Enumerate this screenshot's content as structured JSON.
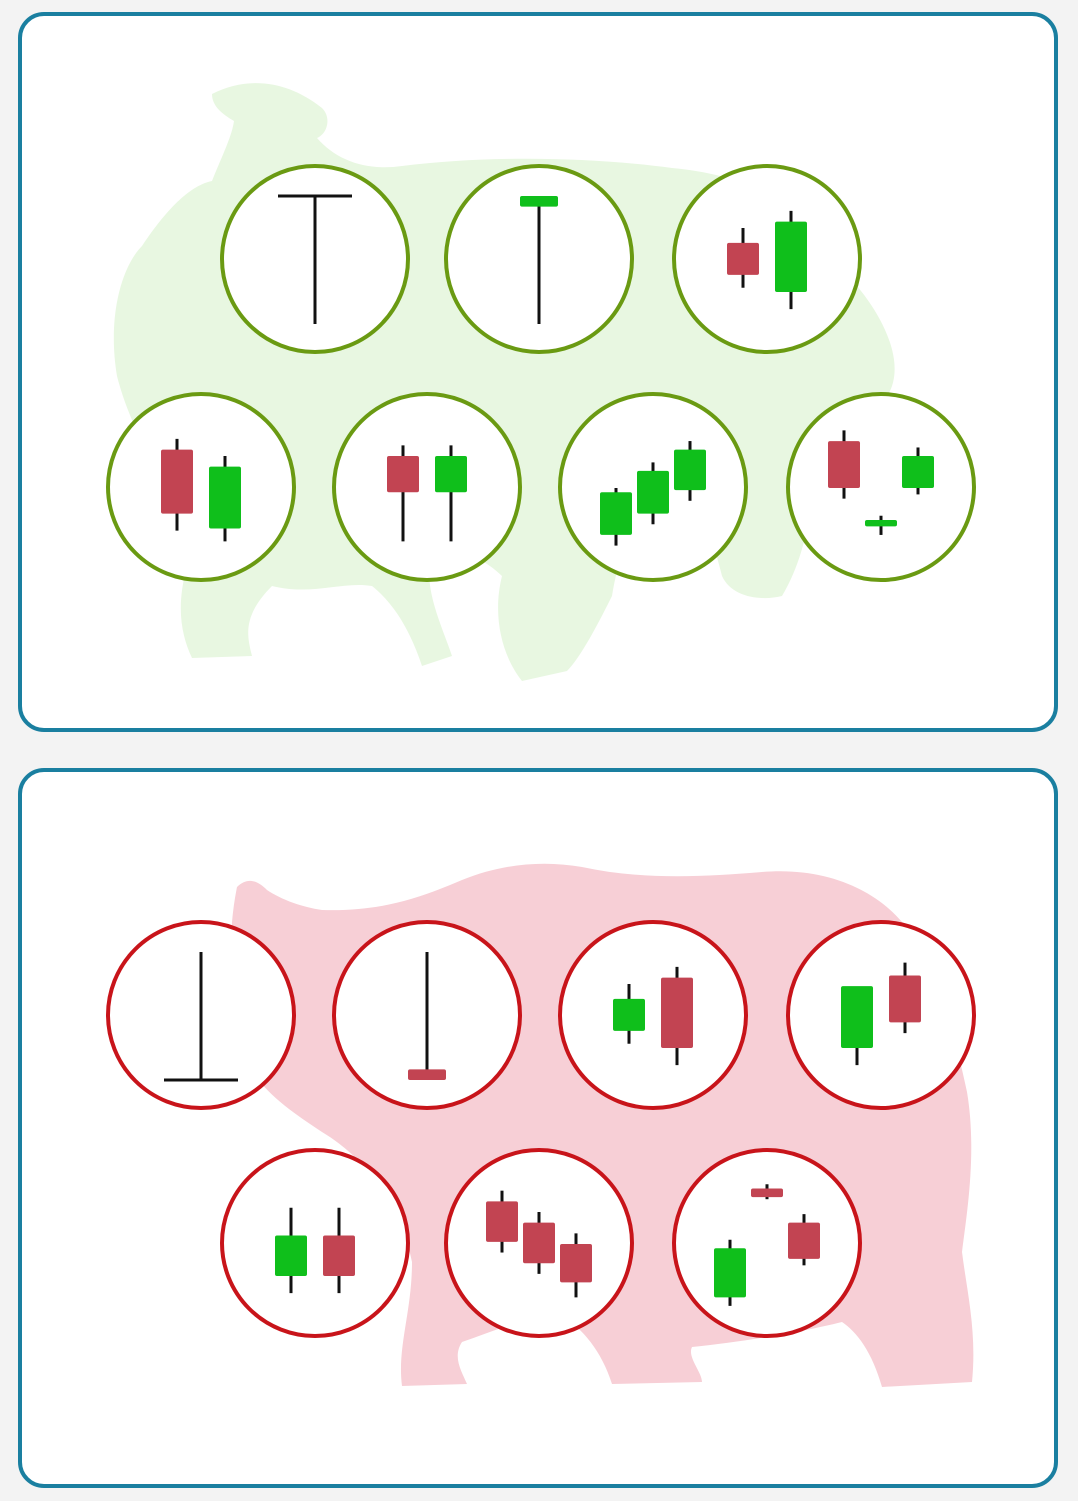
{
  "colors": {
    "panel_border": "#1a7fa0",
    "bull_ring": "#6a9a12",
    "bear_ring": "#c8141a",
    "bull_silhouette": "#e8f7e1",
    "bear_silhouette": "#f7cfd6",
    "candle_up": "#0fbf1b",
    "candle_down": "#c24452",
    "wick": "#111111"
  },
  "bullish": {
    "silhouette_icon": "bull-silhouette-icon",
    "patterns": [
      {
        "icon": "dragonfly-doji-icon",
        "candles": [
          {
            "o": 100,
            "h": 100,
            "l": 40,
            "c": 100,
            "type": "doji"
          }
        ]
      },
      {
        "icon": "hanging-bullish-icon",
        "candles": [
          {
            "o": 95,
            "h": 100,
            "l": 40,
            "c": 100,
            "type": "up"
          }
        ]
      },
      {
        "icon": "bullish-engulfing-icon",
        "candles": [
          {
            "o": 78,
            "h": 85,
            "l": 57,
            "c": 63,
            "type": "down"
          },
          {
            "o": 55,
            "h": 93,
            "l": 47,
            "c": 88,
            "type": "up"
          }
        ]
      },
      {
        "icon": "bullish-harami-icon",
        "candles": [
          {
            "o": 88,
            "h": 93,
            "l": 50,
            "c": 58,
            "type": "down"
          },
          {
            "o": 51,
            "h": 85,
            "l": 45,
            "c": 80,
            "type": "up"
          }
        ]
      },
      {
        "icon": "tweezer-bottom-icon",
        "candles": [
          {
            "o": 85,
            "h": 90,
            "l": 45,
            "c": 68,
            "type": "down"
          },
          {
            "o": 68,
            "h": 90,
            "l": 45,
            "c": 85,
            "type": "up"
          }
        ]
      },
      {
        "icon": "three-white-soldiers-icon",
        "candles": [
          {
            "o": 48,
            "h": 70,
            "l": 43,
            "c": 68,
            "type": "up"
          },
          {
            "o": 58,
            "h": 82,
            "l": 53,
            "c": 78,
            "type": "up"
          },
          {
            "o": 69,
            "h": 92,
            "l": 64,
            "c": 88,
            "type": "up"
          }
        ]
      },
      {
        "icon": "morning-star-icon",
        "candles": [
          {
            "o": 92,
            "h": 97,
            "l": 65,
            "c": 70,
            "type": "down"
          },
          {
            "o": 52,
            "h": 57,
            "l": 48,
            "c": 55,
            "type": "up"
          },
          {
            "o": 70,
            "h": 89,
            "l": 67,
            "c": 85,
            "type": "up"
          }
        ]
      }
    ]
  },
  "bearish": {
    "silhouette_icon": "bear-silhouette-icon",
    "patterns": [
      {
        "icon": "gravestone-doji-icon",
        "candles": [
          {
            "o": 40,
            "h": 100,
            "l": 40,
            "c": 40,
            "type": "doji"
          }
        ]
      },
      {
        "icon": "shooting-star-bearish-icon",
        "candles": [
          {
            "o": 45,
            "h": 100,
            "l": 40,
            "c": 40,
            "type": "down"
          }
        ]
      },
      {
        "icon": "bearish-engulfing-icon",
        "candles": [
          {
            "o": 63,
            "h": 85,
            "l": 57,
            "c": 78,
            "type": "up"
          },
          {
            "o": 88,
            "h": 93,
            "l": 47,
            "c": 55,
            "type": "down"
          }
        ]
      },
      {
        "icon": "bearish-harami-icon",
        "candles": [
          {
            "o": 55,
            "h": 82,
            "l": 47,
            "c": 84,
            "type": "up"
          },
          {
            "o": 89,
            "h": 95,
            "l": 62,
            "c": 67,
            "type": "down"
          }
        ]
      },
      {
        "icon": "tweezer-top-icon",
        "candles": [
          {
            "o": 55,
            "h": 87,
            "l": 47,
            "c": 74,
            "type": "up"
          },
          {
            "o": 74,
            "h": 87,
            "l": 47,
            "c": 55,
            "type": "down"
          }
        ]
      },
      {
        "icon": "three-black-crows-icon",
        "candles": [
          {
            "o": 90,
            "h": 95,
            "l": 66,
            "c": 71,
            "type": "down"
          },
          {
            "o": 80,
            "h": 85,
            "l": 56,
            "c": 61,
            "type": "down"
          },
          {
            "o": 70,
            "h": 75,
            "l": 45,
            "c": 52,
            "type": "down"
          }
        ]
      },
      {
        "icon": "evening-star-icon",
        "candles": [
          {
            "o": 45,
            "h": 72,
            "l": 41,
            "c": 68,
            "type": "up"
          },
          {
            "o": 96,
            "h": 98,
            "l": 91,
            "c": 92,
            "type": "down"
          },
          {
            "o": 80,
            "h": 84,
            "l": 60,
            "c": 63,
            "type": "down"
          }
        ]
      }
    ]
  }
}
